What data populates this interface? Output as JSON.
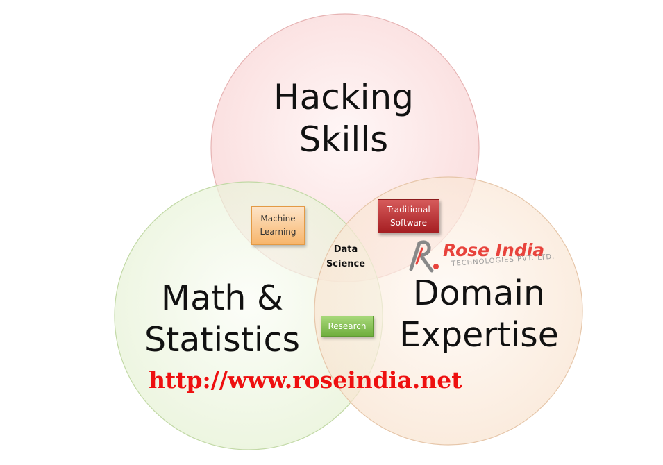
{
  "circles": {
    "hacking": {
      "lines": [
        "Hacking",
        "Skills"
      ],
      "fill": "#fbe0e0",
      "edge": "#e8b4b4"
    },
    "math": {
      "lines": [
        "Math &",
        "Statistics"
      ],
      "fill": "#e8f4d8",
      "edge": "#c5dcab"
    },
    "domain": {
      "lines": [
        "Domain",
        "Expertise"
      ],
      "fill": "#fbe7d6",
      "edge": "#e8c9ad"
    }
  },
  "boxes": {
    "machine_learning": {
      "lines": [
        "Machine",
        "Learning"
      ]
    },
    "traditional_software": {
      "lines": [
        "Traditional",
        "Software"
      ]
    },
    "research": {
      "label": "Research"
    }
  },
  "center": {
    "lines": [
      "Data",
      "Science"
    ]
  },
  "url": "http://www.roseindia.net",
  "logo": {
    "main": "Rose India",
    "sub": "TECHNOLOGIES PVT. LTD."
  }
}
